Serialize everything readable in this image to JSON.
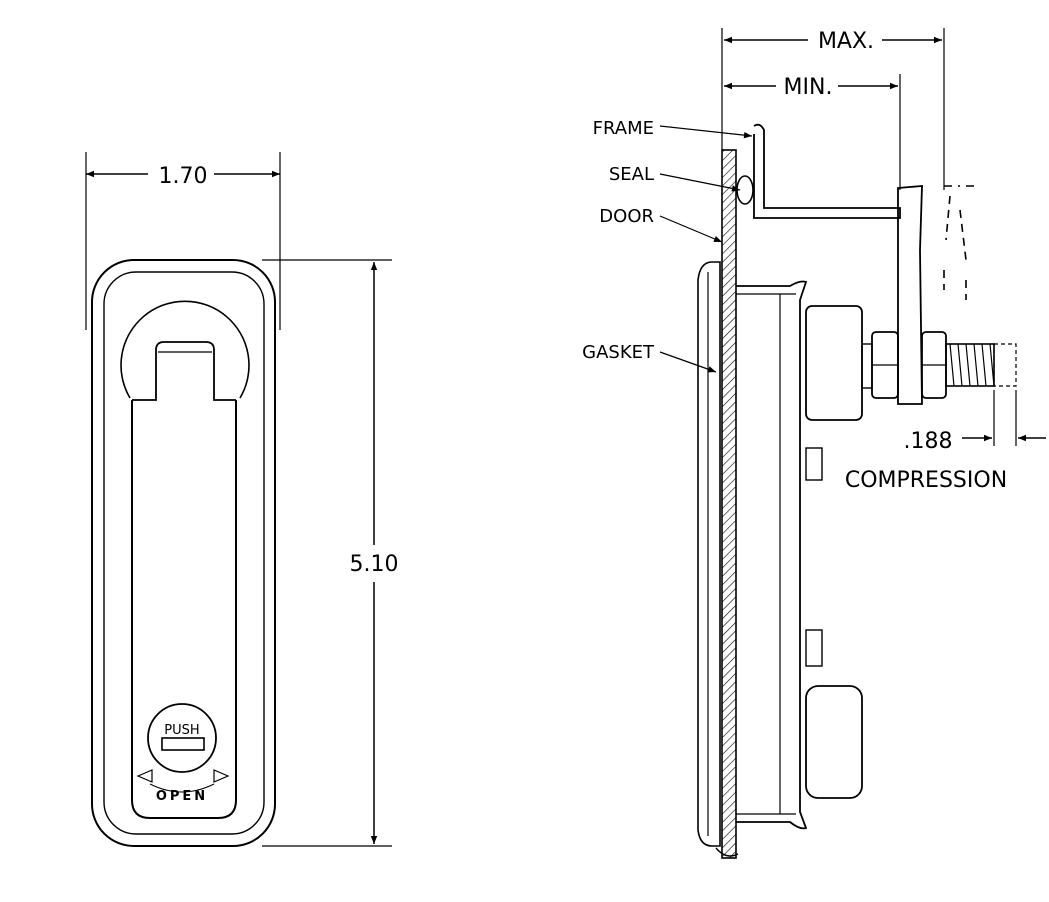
{
  "front_view": {
    "width_dim": "1.70",
    "height_dim": "5.10",
    "push_label": "PUSH",
    "open_label": "OPEN"
  },
  "side_view": {
    "max_dim": "MAX.",
    "min_dim": "MIN.",
    "compression_dim": ".188",
    "compression_label": "COMPRESSION",
    "labels": {
      "frame": "FRAME",
      "seal": "SEAL",
      "door": "DOOR",
      "gasket": "GASKET"
    }
  }
}
